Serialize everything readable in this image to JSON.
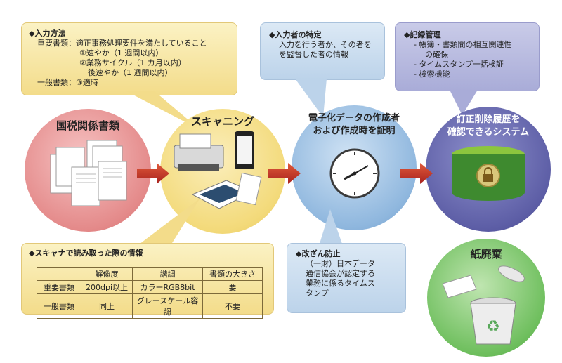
{
  "input_method": {
    "title": "◆入力方法",
    "lines": [
      "重要書類：適正事務処理要件を満たしていること",
      "①速やか（1 週間以内）",
      "②業務サイクル（1 カ月以内）",
      "後速やか（1 週間以内）",
      "一般書類：③適時"
    ]
  },
  "inputter": {
    "title": "◆入力者の特定",
    "lines": [
      "入力を行う者か、その者を",
      "を監督した者の情報"
    ]
  },
  "records": {
    "title": "◆記録管理",
    "lines": [
      "- 帳簿・書類間の相互関連性",
      "の確保",
      "- タイムスタンプ一括検証",
      "- 検索機能"
    ]
  },
  "tamper": {
    "title": "◆改ざん防止",
    "lines": [
      "（一財）日本データ",
      "通信協会が認定する",
      "業務に係るタイムス",
      "タンプ"
    ]
  },
  "scan_info": {
    "title": "◆スキャナで読み取った際の情報",
    "headers": [
      "",
      "解像度",
      "諧調",
      "書類の大きさ"
    ],
    "rows": [
      [
        "重要書類",
        "200dpi以上",
        "カラーRGB8bit",
        "要"
      ],
      [
        "一般書類",
        "同上",
        "グレースケール容認",
        "不要"
      ]
    ]
  },
  "steps": {
    "tax_docs": "国税関係書類",
    "scanning": "スキャニング",
    "prove_line1": "電子化データの作成者",
    "prove_line2": "および作成時を証明",
    "system_line1": "訂正削除履歴を",
    "system_line2": "確認できるシステム",
    "disposal": "紙廃棄"
  },
  "colors": {
    "red_circle": "#e48a8a",
    "yellow_circle": "#f3da7a",
    "blue_circle": "#8fb7de",
    "purple_circle": "#5d5ea6",
    "green_circle": "#6fbf5e",
    "arrow": "#c0302a"
  }
}
